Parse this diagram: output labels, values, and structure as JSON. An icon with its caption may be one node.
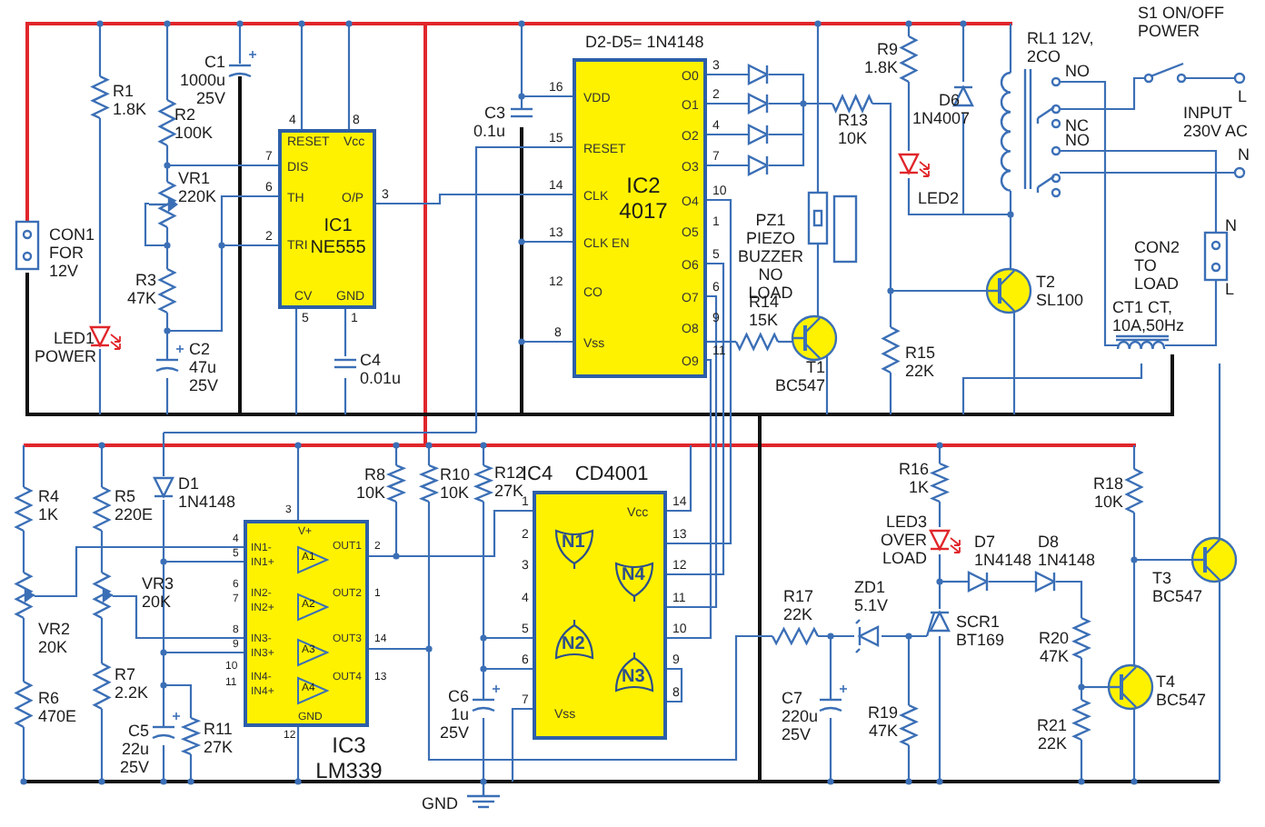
{
  "diagram": {
    "nodes": [
      {
        "text": [
          "IC1 NE555",
          "RESET",
          "Vcc",
          "DIS",
          "TH",
          "TRI",
          "O/P",
          "CV",
          "GND"
        ]
      },
      {
        "text": [
          "IC2 4017",
          "VDD",
          "RESET",
          "CLK",
          "CLK EN",
          "CO",
          "Vss",
          "O0",
          "O1",
          "O2",
          "O3",
          "O4",
          "O5",
          "O6",
          "O7",
          "O8",
          "O9"
        ]
      },
      {
        "text": [
          "IC3 LM339",
          "V+",
          "IN1-",
          "IN1+",
          "IN2-",
          "IN2+",
          "IN3-",
          "IN3+",
          "IN4-",
          "IN4+",
          "OUT1",
          "OUT2",
          "OUT3",
          "OUT4",
          "GND"
        ]
      },
      {
        "text": [
          "A1"
        ],
        "in": 2
      },
      {
        "text": [
          "A2"
        ],
        "in": 2
      },
      {
        "text": [
          "A3"
        ],
        "in": 2
      },
      {
        "text": [
          "A4"
        ],
        "in": 2
      },
      {
        "text": [
          "IC4 CD4001",
          "Vcc",
          "Vss"
        ]
      },
      {
        "text": [
          "N1"
        ],
        "in": 7
      },
      {
        "text": [
          "N4"
        ],
        "in": 7
      },
      {
        "text": [
          "N2"
        ],
        "in": 7
      },
      {
        "text": [
          "N3"
        ],
        "in": 7
      }
    ],
    "edges": [
      {
        "from": 0,
        "to": 1,
        "arrow": "none"
      },
      {
        "from": 1,
        "to": 7,
        "arrow": "none"
      },
      {
        "from": 1,
        "to": 7,
        "arrow": "none"
      },
      {
        "from": 1,
        "to": 7,
        "arrow": "none"
      },
      {
        "from": 1,
        "to": 7,
        "arrow": "none"
      },
      {
        "from": 2,
        "to": 7,
        "arrow": "none"
      }
    ],
    "labels": [
      "C1 1000u 25V",
      "D2-D5= 1N4148",
      "R9 1.8K",
      "RL1 12V, 2CO",
      "S1 ON/OFF POWER",
      "R1 1.8K",
      "R2 100K",
      "C3 0.1u",
      "R13 10K",
      "D6 1N4007",
      "NO",
      "INPUT 230V AC",
      "L",
      "NC",
      "NO",
      "N",
      "VR1 220K",
      "PZ1 PIEZO BUZZER NO LOAD",
      "LED2",
      "N",
      "CON1 FOR 12V",
      "R3 47K",
      "R14 15K",
      "T2 SL100",
      "CON2 TO LOAD",
      "L",
      "LED1 POWER",
      "C2 47u 25V",
      "C4 0.01u",
      "T1 BC547",
      "R15 22K",
      "CT1 CT, 10A,50Hz",
      "R4 1K",
      "R5 220E",
      "D1 1N4148",
      "R8 10K",
      "R10 10K",
      "R12 27K",
      "R16 1K",
      "R18 10K",
      "LED3 OVER LOAD",
      "D7 1N4148",
      "D8 1N4148",
      "VR2 20K",
      "VR3 20K",
      "R17 22K",
      "ZD1 5.1V",
      "SCR1 BT169",
      "R20 47K",
      "T3 BC547",
      "R6 470E",
      "R7 2.2K",
      "C6 1u 25V",
      "C7 220u 25V",
      "R19 47K",
      "R21 22K",
      "T4 BC547",
      "C5 22u 25V",
      "R11 27K",
      "GND",
      "4",
      "8",
      "7",
      "6",
      "3",
      "2",
      "5",
      "1",
      "16",
      "15",
      "14",
      "13",
      "12",
      "8",
      "3",
      "2",
      "4",
      "7",
      "10",
      "1",
      "5",
      "6",
      "9",
      "11",
      "3",
      "4",
      "5",
      "6",
      "7",
      "8",
      "9",
      "10",
      "11",
      "2",
      "1",
      "14",
      "13",
      "12",
      "1",
      "2",
      "3",
      "4",
      "5",
      "6",
      "7",
      "14",
      "13",
      "12",
      "11",
      "10",
      "9",
      "8"
    ]
  }
}
